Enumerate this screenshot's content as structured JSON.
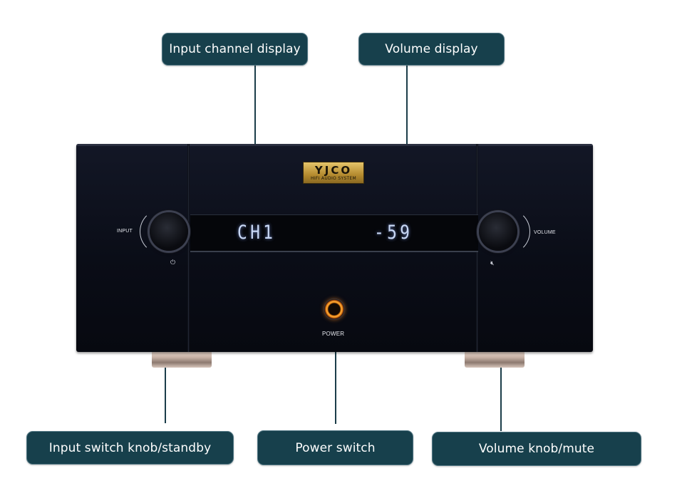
{
  "callouts": {
    "input_channel_display": "Input channel display",
    "volume_display": "Volume display",
    "input_switch_knob": "Input switch knob/standby",
    "power_switch": "Power switch",
    "volume_knob": "Volume knob/mute"
  },
  "device": {
    "logo_main": "YJCO",
    "logo_sub": "HIFI AUDIO SYSTEM",
    "display_channel": "CH1",
    "display_volume": "-59",
    "input_label": "INPUT",
    "volume_label": "VOLUME",
    "power_label": "POWER",
    "standby_icon": "power-standby-icon",
    "mute_icon": "speaker-mute-icon"
  },
  "colors": {
    "callout_bg": "#17404c",
    "display_text": "#c9d8f5",
    "power_ring": "#ffb53a"
  }
}
